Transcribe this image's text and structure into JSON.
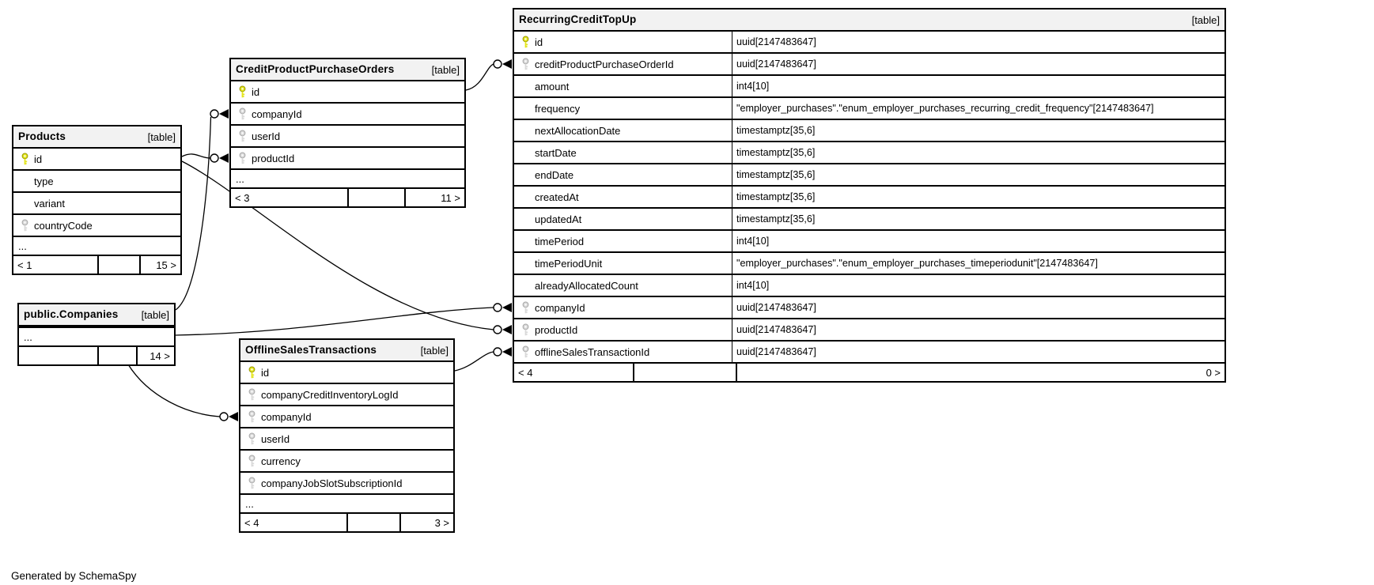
{
  "page": {
    "footer_note": "Generated by SchemaSpy"
  },
  "colors": {
    "pk_key": "#e3e51c",
    "pk_key_edge": "#9a9a00",
    "fk_key": "#d9d9d9",
    "fk_key_edge": "#a8a8a8",
    "header_bg": "#f2f2f2",
    "border": "#000000"
  },
  "tables": [
    {
      "title": "RecurringCreditTopUp",
      "badge": "[table]",
      "show_types": true,
      "ellipsis": false,
      "columns": [
        {
          "name": "id",
          "type": "uuid[2147483647]",
          "key": "pk"
        },
        {
          "name": "creditProductPurchaseOrderId",
          "type": "uuid[2147483647]",
          "key": "fk"
        },
        {
          "name": "amount",
          "type": "int4[10]",
          "key": ""
        },
        {
          "name": "frequency",
          "type": "\"employer_purchases\".\"enum_employer_purchases_recurring_credit_frequency\"[2147483647]",
          "key": ""
        },
        {
          "name": "nextAllocationDate",
          "type": "timestamptz[35,6]",
          "key": ""
        },
        {
          "name": "startDate",
          "type": "timestamptz[35,6]",
          "key": ""
        },
        {
          "name": "endDate",
          "type": "timestamptz[35,6]",
          "key": ""
        },
        {
          "name": "createdAt",
          "type": "timestamptz[35,6]",
          "key": ""
        },
        {
          "name": "updatedAt",
          "type": "timestamptz[35,6]",
          "key": ""
        },
        {
          "name": "timePeriod",
          "type": "int4[10]",
          "key": ""
        },
        {
          "name": "timePeriodUnit",
          "type": "\"employer_purchases\".\"enum_employer_purchases_timeperiodunit\"[2147483647]",
          "key": ""
        },
        {
          "name": "alreadyAllocatedCount",
          "type": "int4[10]",
          "key": ""
        },
        {
          "name": "companyId",
          "type": "uuid[2147483647]",
          "key": "fk"
        },
        {
          "name": "productId",
          "type": "uuid[2147483647]",
          "key": "fk"
        },
        {
          "name": "offlineSalesTransactionId",
          "type": "uuid[2147483647]",
          "key": "fk"
        }
      ],
      "footer": {
        "left": "< 4",
        "middle": "",
        "right": "0 >"
      }
    },
    {
      "title": "CreditProductPurchaseOrders",
      "badge": "[table]",
      "show_types": false,
      "ellipsis": true,
      "columns": [
        {
          "name": "id",
          "type": "",
          "key": "pk"
        },
        {
          "name": "companyId",
          "type": "",
          "key": "fk"
        },
        {
          "name": "userId",
          "type": "",
          "key": "fk"
        },
        {
          "name": "productId",
          "type": "",
          "key": "fk"
        }
      ],
      "footer": {
        "left": "< 3",
        "middle": "",
        "right": "11 >"
      }
    },
    {
      "title": "Products",
      "badge": "[table]",
      "show_types": false,
      "ellipsis": true,
      "columns": [
        {
          "name": "id",
          "type": "",
          "key": "pk"
        },
        {
          "name": "type",
          "type": "",
          "key": ""
        },
        {
          "name": "variant",
          "type": "",
          "key": ""
        },
        {
          "name": "countryCode",
          "type": "",
          "key": "fk"
        }
      ],
      "footer": {
        "left": "< 1",
        "middle": "",
        "right": "15 >"
      }
    },
    {
      "title": "public.Companies",
      "badge": "[table]",
      "show_types": false,
      "ellipsis": true,
      "columns": [],
      "footer": {
        "left": "",
        "middle": "",
        "right": "14 >"
      }
    },
    {
      "title": "OfflineSalesTransactions",
      "badge": "[table]",
      "show_types": false,
      "ellipsis": true,
      "columns": [
        {
          "name": "id",
          "type": "",
          "key": "pk"
        },
        {
          "name": "companyCreditInventoryLogId",
          "type": "",
          "key": "fk"
        },
        {
          "name": "companyId",
          "type": "",
          "key": "fk"
        },
        {
          "name": "userId",
          "type": "",
          "key": "fk"
        },
        {
          "name": "currency",
          "type": "",
          "key": "fk"
        },
        {
          "name": "companyJobSlotSubscriptionId",
          "type": "",
          "key": "fk"
        }
      ],
      "footer": {
        "left": "< 4",
        "middle": "",
        "right": "3 >"
      }
    }
  ],
  "edges": [
    {
      "from": "Products.id",
      "to": "CreditProductPurchaseOrders.productId"
    },
    {
      "from": "public.Companies",
      "to": "CreditProductPurchaseOrders.companyId"
    },
    {
      "from": "CreditProductPurchaseOrders.id",
      "to": "RecurringCreditTopUp.creditProductPurchaseOrderId"
    },
    {
      "from": "public.Companies",
      "to": "RecurringCreditTopUp.companyId"
    },
    {
      "from": "Products.id",
      "to": "RecurringCreditTopUp.productId"
    },
    {
      "from": "OfflineSalesTransactions.id",
      "to": "RecurringCreditTopUp.offlineSalesTransactionId"
    },
    {
      "from": "public.Companies",
      "to": "OfflineSalesTransactions.companyId"
    }
  ]
}
